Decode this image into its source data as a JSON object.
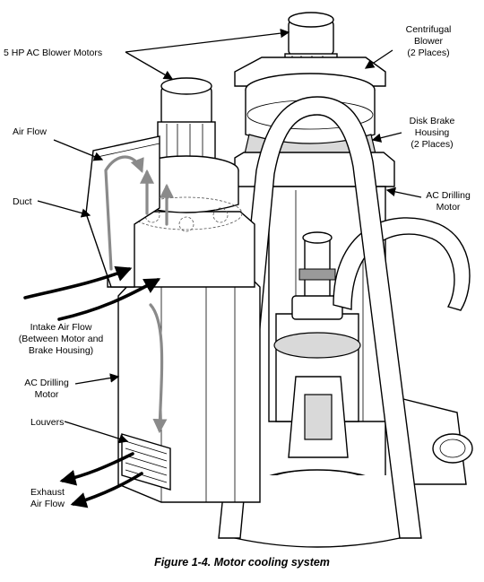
{
  "labels": {
    "blower_motors": "5 HP AC Blower Motors",
    "centrifugal_1": "Centrifugal",
    "centrifugal_2": "Blower",
    "centrifugal_3": "(2 Places)",
    "air_flow": "Air Flow",
    "disk_1": "Disk Brake",
    "disk_2": "Housing",
    "disk_3": "(2 Places)",
    "duct": "Duct",
    "drill_right_1": "AC Drilling",
    "drill_right_2": "Motor",
    "intake_1": "Intake Air Flow",
    "intake_2": "(Between Motor and",
    "intake_3": "Brake Housing)",
    "drill_left_1": "AC Drilling",
    "drill_left_2": "Motor",
    "louvers": "Louvers",
    "exhaust_1": "Exhaust",
    "exhaust_2": "Air Flow"
  },
  "caption": "Figure 1-4.  Motor cooling system",
  "colors": {
    "line": "#000000",
    "airflow_arrow": "#8a8a8a",
    "shade": "#d9d9d9"
  }
}
